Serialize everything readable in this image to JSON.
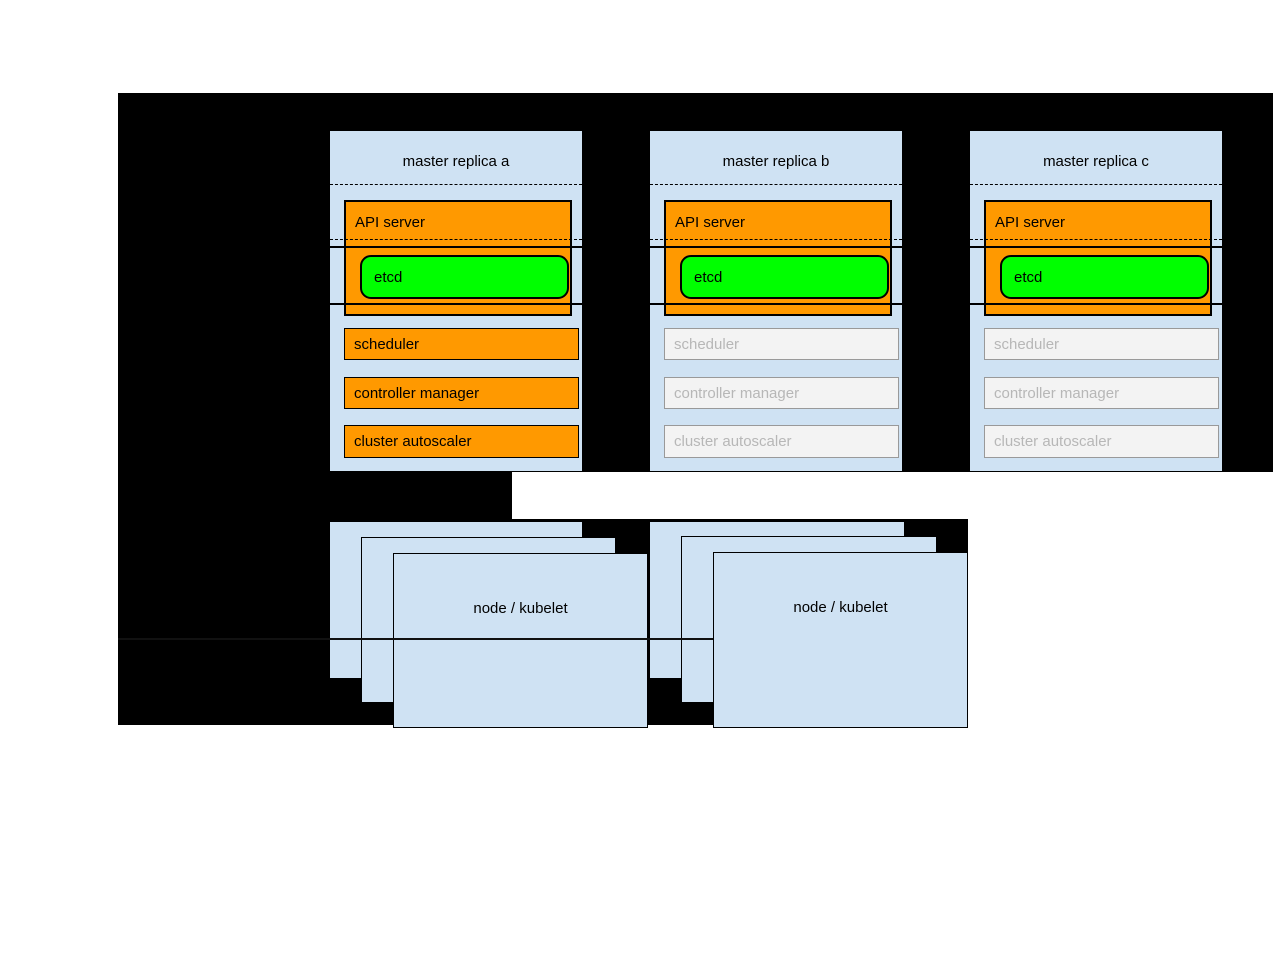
{
  "diagram": {
    "masters": [
      {
        "title": "master replica a",
        "state": "active",
        "api_server_label": "API server",
        "etcd_label": "etcd",
        "components": [
          "scheduler",
          "controller manager",
          "cluster autoscaler"
        ]
      },
      {
        "title": "master replica b",
        "state": "standby",
        "api_server_label": "API server",
        "etcd_label": "etcd",
        "components": [
          "scheduler",
          "controller manager",
          "cluster autoscaler"
        ]
      },
      {
        "title": "master replica c",
        "state": "standby",
        "api_server_label": "API server",
        "etcd_label": "etcd",
        "components": [
          "scheduler",
          "controller manager",
          "cluster autoscaler"
        ]
      }
    ],
    "node_stacks": [
      {
        "label": "node / kubelet"
      },
      {
        "label": "node / kubelet"
      }
    ],
    "colors": {
      "backdrop": "#000000",
      "box_fill": "#cfe2f3",
      "active_component_fill": "#ff9900",
      "etcd_fill": "#00ff00",
      "standby_component_fill": "#f3f3f3",
      "standby_component_text": "#b7b7b7"
    }
  }
}
